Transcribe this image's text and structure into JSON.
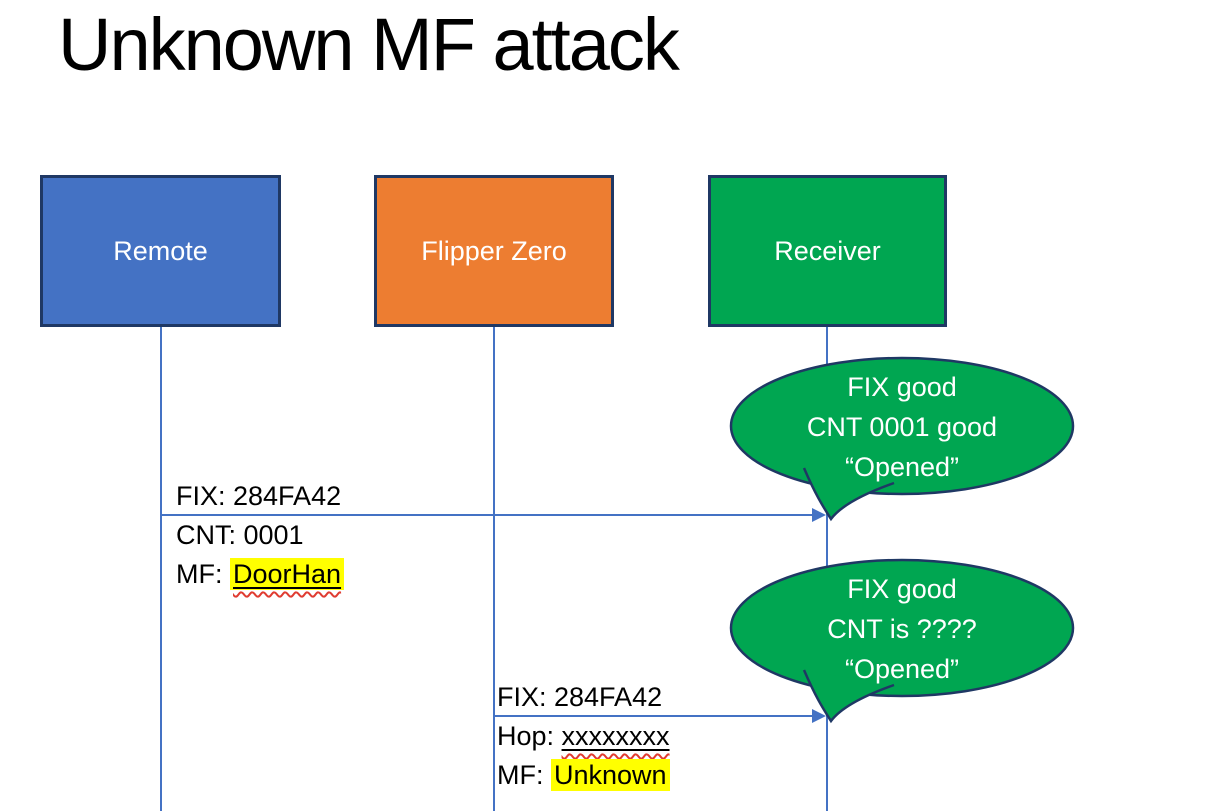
{
  "title": "Unknown MF attack",
  "actors": [
    {
      "id": "remote",
      "label": "Remote"
    },
    {
      "id": "flipper",
      "label": "Flipper Zero"
    },
    {
      "id": "receiver",
      "label": "Receiver"
    }
  ],
  "messages": [
    {
      "from": "Remote",
      "to": "Receiver",
      "fix": "FIX: 284FA42",
      "cnt": "CNT: 0001",
      "mf_prefix": "MF: ",
      "mf_value": "DoorHan"
    },
    {
      "from": "Flipper Zero",
      "to": "Receiver",
      "fix": "FIX: 284FA42",
      "hop_prefix": "Hop: ",
      "hop_value": "xxxxxxxx",
      "mf_prefix": "MF: ",
      "mf_value": "Unknown"
    }
  ],
  "bubbles": [
    {
      "line1": "FIX good",
      "line2": "CNT 0001 good",
      "line3": "“Opened”"
    },
    {
      "line1": "FIX good",
      "line2": "CNT is ????",
      "line3": "“Opened”"
    }
  ],
  "colors": {
    "blue": "#4472C4",
    "orange": "#ED7D31",
    "green": "#00A651",
    "border_navy": "#1F3864",
    "connector_blue": "#4472C4",
    "highlight_yellow": "#FFFF00",
    "squiggle_red": "#E03C31",
    "text_white": "#FFFFFF",
    "text_black": "#000000"
  }
}
